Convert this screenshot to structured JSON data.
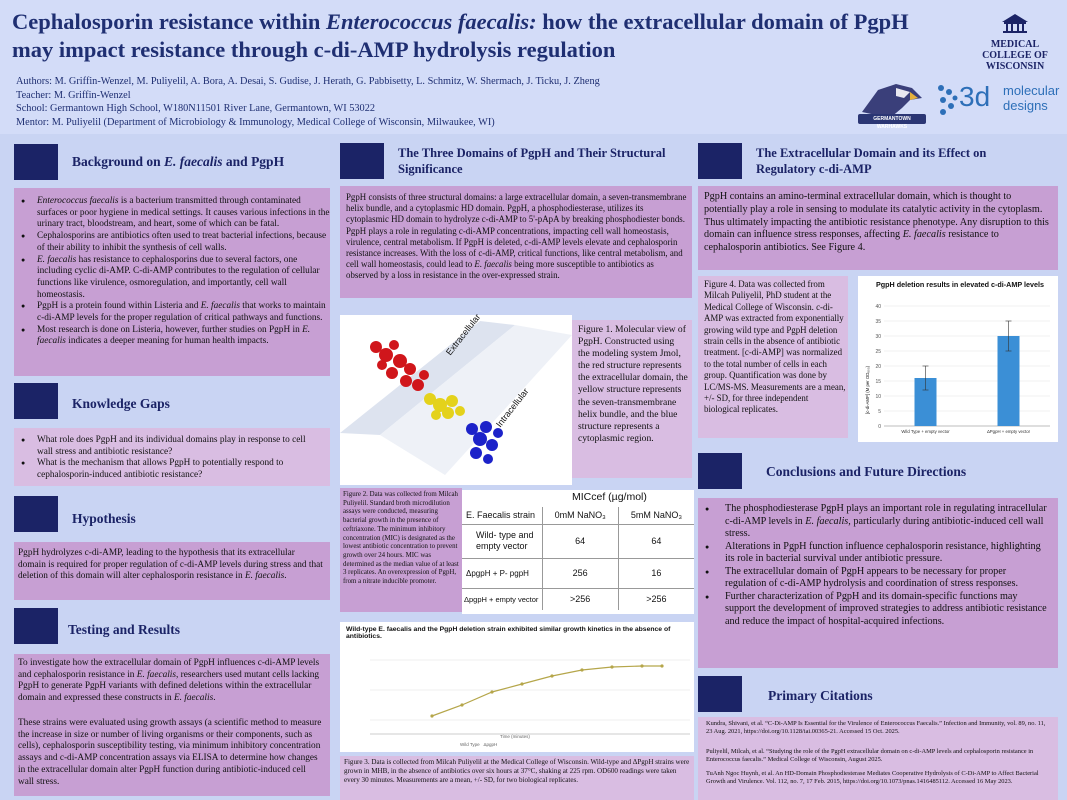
{
  "header": {
    "title_part1": "Cephalosporin resistance within ",
    "title_italic": "Enterococcus faecalis:",
    "title_part2": " how the extracellular domain of PgpH may impact resistance through c-di-AMP hydrolysis regulation",
    "authors": "Authors: M. Griffin-Wenzel, M. Puliyelil, A. Bora, A. Desai, S. Gudise, J. Herath, G. Pabbisetty, L. Schmitz, W. Shermach, J. Ticku, J. Zheng",
    "teacher": "Teacher: M. Griffin-Wenzel",
    "school": "School: Germantown High School, W180N11501 River Lane, Germantown, WI 53022",
    "mentor": "Mentor: M. Puliyelil (Department of Microbiology & Immunology, Medical College of Wisconsin, Milwaukee, WI)",
    "logo_mcw": "MEDICAL COLLEGE OF WISCONSIN",
    "logo_ghs": "GERMANTOWN WARHAWKS",
    "logo_3d_a": "3d",
    "logo_3d_b": "molecular",
    "logo_3d_c": "designs"
  },
  "background": {
    "title_a": "Background on ",
    "title_i": "E. faecalis",
    "title_b": " and PgpH",
    "b1_i": "Enterococcus faecalis",
    "b1": " is a bacterium transmitted through contaminated surfaces or poor hygiene in medical settings. It causes various infections in the urinary tract, bloodstream, and heart, some of which can be fatal.",
    "b2": "Cephalosporins are antibiotics often used to treat bacterial infections, because of their ability to inhibit the synthesis of cell walls.",
    "b3_i": "E. faecalis",
    "b3": " has resistance to cephalosporins due to several factors, one including cyclic di-AMP. C-di-AMP contributes to the regulation of cellular functions like virulence, osmoregulation, and importantly, cell wall homeostasis.",
    "b4_a": "PgpH is a protein found within Listeria and ",
    "b4_i": "E. faecalis",
    "b4_b": " that works to maintain c-di-AMP levels for the proper regulation of critical pathways and functions.",
    "b5_a": "Most research is done on Listeria, however, further studies on PgpH in ",
    "b5_i": "E. faecalis",
    "b5_b": "  indicates a deeper meaning for human health impacts."
  },
  "gaps": {
    "title": "Knowledge Gaps",
    "q1": "What role does PgpH and its individual domains play in response to cell wall stress and antibiotic resistance?",
    "q2": "What is the mechanism that allows PgpH to potentially respond to cephalosporin-induced antibiotic resistance?"
  },
  "hypothesis": {
    "title": "Hypothesis",
    "text_a": "PgpH hydrolyzes c-di-AMP, leading to the hypothesis that its extracellular domain is required for proper regulation of c-di-AMP levels during stress and that deletion of this domain will alter cephalosporin resistance in ",
    "text_i": "E. faecalis",
    "text_b": "."
  },
  "testing": {
    "title": "Testing and Results",
    "p1_a": "To investigate how the extracellular domain of PgpH influences c-di-AMP levels and cephalosporin resistance in ",
    "p1_i": "E. faecalis",
    "p1_b": ", researchers used mutant cells lacking PgpH to generate PgpH variants with defined deletions within the extracellular domain and expressed these constructs in ",
    "p1_i2": "E. faecalis",
    "p1_c": ".",
    "p2": "These strains were evaluated using growth assays (a scientific method to measure the increase in size or number of living organisms or their components, such as cells), cephalosporin susceptibility testing, via minimum inhibitory concentration assays and c-di-AMP concentration assays via ELISA to determine how changes in the extracellular domain alter PgpH function during antibiotic-induced cell wall stress."
  },
  "domains": {
    "title": "The Three Domains of PgpH and Their Structural Significance",
    "text_a": "PgpH consists of three structural domains: a large extracellular domain, a seven-transmembrane helix bundle, and a cytoplasmic HD domain. PgpH, a phosphodiesterase, utilizes its cytoplasmic HD domain to hydrolyze c-di-AMP to 5'-pApA by breaking phosphodiester bonds. PgpH plays a role in regulating c-di-AMP concentrations, impacting cell wall homeostasis, virulence, central metabolism. If PgpH is deleted, c-di-AMP levels elevate and cephalosporin resistance increases. With the loss of c-di-AMP, critical functions, like central metabolism, and cell wall homeostasis, could lead to ",
    "text_i": "E. faecalis",
    "text_b": " being more susceptible to antibiotics as observed by a loss in resistance in the over-expressed strain.",
    "fig1": "Figure 1. Molecular view of PgpH. Constructed using the modeling system Jmol, the red structure represents the extracellular domain, the yellow structure represents the seven-transmembrane helix bundle, and the blue structure represents a cytoplasmic region.",
    "label_extra": "Extracellular",
    "label_intra": "Intracellular",
    "fig2": "Figure 2. Data was collected from Milcah Puliyelil. Standard broth microdilution assays were conducted, measuring bacterial growth in the presence of ceftriaxone. The minimum inhibitory concentration (MIC) is designated as the lowest antibiotic concentration to prevent growth over 24 hours. MIC was determined as the median value of at least 3 replicates. An overexpression of PgpH, from a nitrate inducible promoter.",
    "fig3": "Figure 3. Data is collected from Milcah Puliyelil at the Medical College of Wisconsin. Wild-type and ΔPgpH strains were grown in MHB, in the absence of antibiotics over six hours at 37°C, shaking at 225 rpm. OD600 readings were taken every 30 minutes. Measurements are a mean, +/- SD, for two biological replicates."
  },
  "mic_table": {
    "super": "MICcef (µg/mol)",
    "h0": "E. Faecalis strain",
    "h1": "0mM NaNO₃",
    "h2": "5mM NaNO₃",
    "rows": [
      [
        "Wild- type  and empty vector",
        "64",
        "64"
      ],
      [
        "ΔpgpH + P- pgpH",
        "256",
        "16"
      ],
      [
        "ΔpgpH + empty vector",
        ">256",
        ">256"
      ]
    ]
  },
  "growth_chart": {
    "title": "Wild-type E. faecalis and the PgpH deletion strain exhibited similar growth kinetics in the absence of antibiotics.",
    "xlabel": "Time (minutes)",
    "legend": [
      "Wild Type",
      "ΔpgpH"
    ]
  },
  "extracellular": {
    "title": "The Extracellular Domain and its Effect on Regulatory c-di-AMP",
    "text_a": "PgpH contains an amino-terminal extracellular domain, which is thought to potentially play a role in sensing to modulate its catalytic activity in the cytoplasm. Thus ultimately impacting the antibiotic resistance phenotype. Any disruption to this domain can influence stress responses, affecting ",
    "text_i": "E. faecalis",
    "text_b": " resistance to cephalosporin antibiotics. See Figure 4.",
    "fig4": "Figure 4. Data was collected from Milcah Puliyelil, PhD student at the Medical College of Wisconsin. c-di-AMP was extracted from exponentially growing wild type and PgpH deletion strain cells in the absence of antibiotic treatment. [c-di-AMP] was normalized to the total number of cells in each group. Quantification was done by LC/MS-MS. Measurements are a mean, +/- SD, for three independent biological replicates."
  },
  "chart_data": {
    "type": "bar",
    "title": "PgpH deletion results in elevated c-di-AMP levels",
    "categories": [
      "Wild Type + empty vector",
      "ΔPgpH + empty vector"
    ],
    "values": [
      16,
      30
    ],
    "errors": [
      4,
      5
    ],
    "ylabel": "[c-di-AMP] (M per OD₆₀₀)",
    "ylim": [
      0,
      40
    ],
    "yticks": [
      "0",
      "5",
      "10",
      "15",
      "20",
      "25",
      "30",
      "35",
      "40"
    ],
    "color": "#3b8fd6"
  },
  "conclusions": {
    "title": "Conclusions and Future Directions",
    "c1_a": "The phosphodiesterase PgpH plays an important role in regulating intracellular c-di-AMP levels in ",
    "c1_i": "E. faecalis,",
    "c1_b": " particularly during antibiotic-induced cell wall stress.",
    "c2": "Alterations in PgpH function influence cephalosporin resistance, highlighting its role in bacterial survival under antibiotic pressure.",
    "c3": "The extracellular domain of PgpH appears to be necessary for proper regulation of c-di-AMP hydrolysis and coordination of stress responses.",
    "c4": "Further characterization of PgpH and its domain-specific functions may support the development of improved strategies to address antibiotic resistance and reduce the impact of hospital-acquired infections."
  },
  "citations": {
    "title": "Primary Citations",
    "r1": "Kundra, Shivani, et al. “C-Di-AMP Is Essential for the Virulence of Enterococcus Faecalis.” Infection and Immunity, vol. 89, no. 11, 23 Aug. 2021, https://doi.org/10.1128/iai.00365-21. Accessed 15 Oct. 2025.",
    "r2": "Puliyelil, Milcah, et al. “Studying the role of the PgpH extracellular domain on c-di-AMP levels and cephalosporin resistance in Enterococcus faecalis.” Medical College of Wisconsin, August 2025.",
    "r3": "TuAnh Ngoc Huynh, et al. An HD-Domain Phosphodiesterase Mediates Cooperative Hydrolysis of C-Di-AMP to Affect Bacterial Growth and Virulence. Vol. 112, no. 7, 17 Feb. 2015, https://doi.org/10.1073/pnas.1416485112. Accessed 16 May 2023."
  }
}
